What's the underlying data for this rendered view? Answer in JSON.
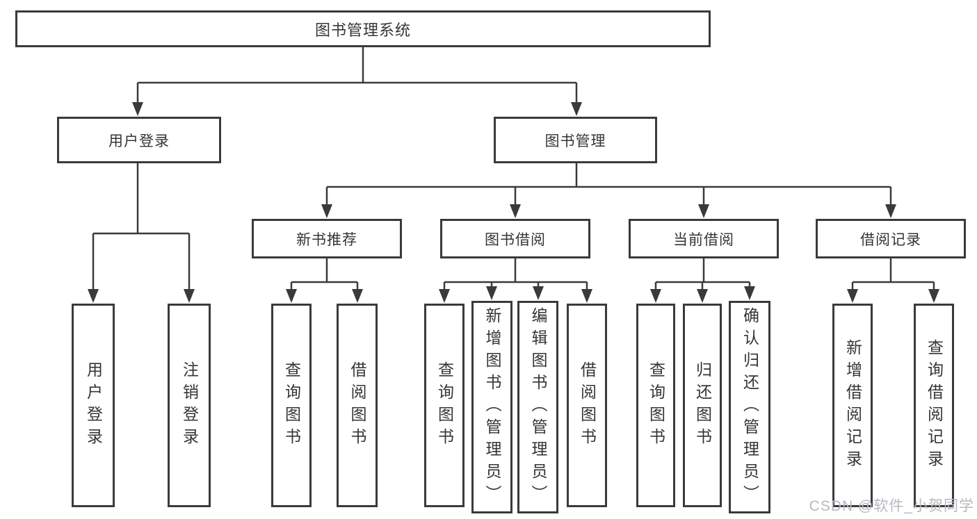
{
  "colors": {
    "line": "#3a3a3a",
    "text": "#353535",
    "watermark": "#b7b7bf"
  },
  "watermark": "CSDN @软件_小贺同学",
  "tree": {
    "label": "图书管理系统",
    "children": [
      {
        "label": "用户登录",
        "children": [
          {
            "label": "用户登录"
          },
          {
            "label": "注销登录"
          }
        ]
      },
      {
        "label": "图书管理",
        "children": [
          {
            "label": "新书推荐",
            "children": [
              {
                "label": "查询图书"
              },
              {
                "label": "借阅图书"
              }
            ]
          },
          {
            "label": "图书借阅",
            "children": [
              {
                "label": "查询图书"
              },
              {
                "label": "新增图书（管理员）"
              },
              {
                "label": "编辑图书（管理员）"
              },
              {
                "label": "借阅图书"
              }
            ]
          },
          {
            "label": "当前借阅",
            "children": [
              {
                "label": "查询图书"
              },
              {
                "label": "归还图书"
              },
              {
                "label": "确认归还（管理员）"
              }
            ]
          },
          {
            "label": "借阅记录",
            "children": [
              {
                "label": "新增借阅记录"
              },
              {
                "label": "查询借阅记录"
              }
            ]
          }
        ]
      }
    ]
  }
}
